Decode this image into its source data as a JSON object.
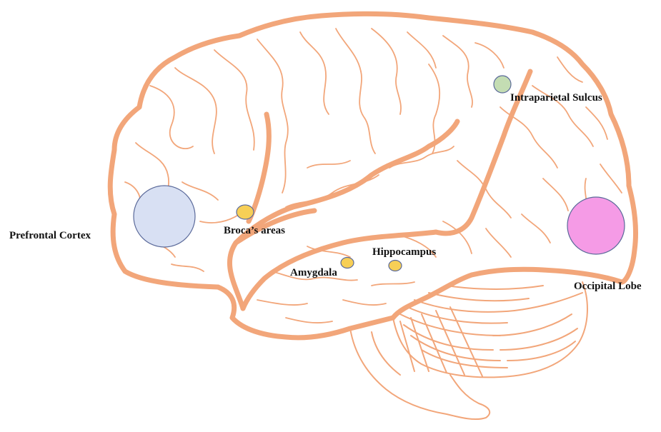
{
  "labels": {
    "prefrontal": "Prefrontal Cortex",
    "broca": "Broca’s areas",
    "amygdala": "Amygdala",
    "hippocampus": "Hippocampus",
    "intraparietal": "Intraparietal Sulcus",
    "occipital": "Occipital Lobe"
  },
  "colors": {
    "outline": "#F2A67A",
    "prefrontal": "#D8E0F3",
    "broca": "#F7CF56",
    "amygdala": "#F7CF56",
    "hippocampus": "#F7CF56",
    "intraparietal": "#C4DDB3",
    "occipital": "#F59BE6",
    "marker_stroke": "#5B6A9A"
  }
}
